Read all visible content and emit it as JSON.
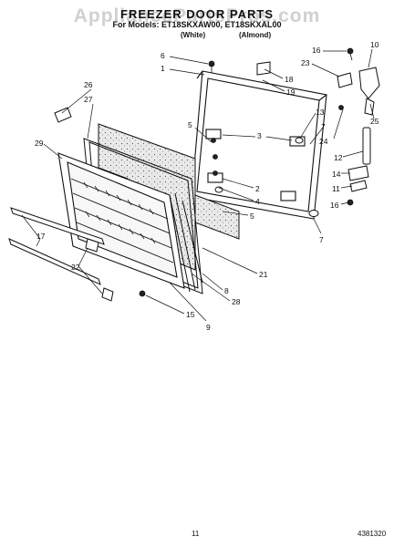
{
  "header": {
    "watermark": "AppliancePartsPros.com",
    "title": "FREEZER DOOR PARTS",
    "subtitle": "For Models: ET18SKXAW00, ET18SKXAL00",
    "variant_left": "(White)",
    "variant_right": "(Almond)"
  },
  "callouts": [
    "6",
    "1",
    "16",
    "10",
    "23",
    "18",
    "19",
    "26",
    "27",
    "5",
    "3",
    "13",
    "7",
    "25",
    "24",
    "29",
    "12",
    "2",
    "4",
    "14",
    "11",
    "16",
    "5",
    "7",
    "17",
    "22",
    "21",
    "28",
    "8",
    "15",
    "9"
  ],
  "footer": {
    "page_number": "11",
    "doc_number": "4381320"
  }
}
